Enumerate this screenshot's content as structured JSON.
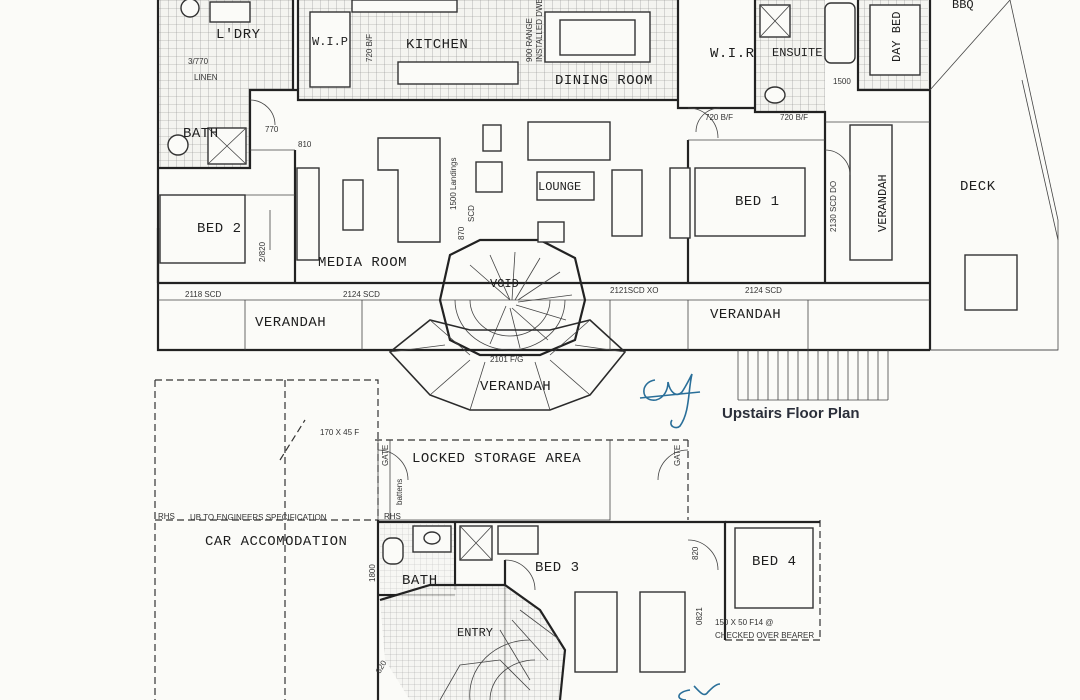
{
  "upstairs": {
    "title": "Upstairs Floor Plan",
    "rooms": {
      "laundry": "L'DRY",
      "wip": "W.I.P",
      "kitchen": "KITCHEN",
      "dining": "DINING ROOM",
      "wir": "W.I.R",
      "ensuite": "ENSUITE",
      "day_bed": "DAY BED",
      "bbq": "BBQ",
      "bath": "BATH",
      "lounge": "LOUNGE",
      "bed1": "BED 1",
      "bed2": "BED 2",
      "media": "MEDIA ROOM",
      "void": "VOID",
      "deck": "DECK",
      "verandah_right": "VERANDAH",
      "verandah_left": "VERANDAH",
      "verandah_mid": "VERANDAH",
      "verandah_bottom": "VERANDAH"
    },
    "dims": {
      "d1": "2118 SCD",
      "d2": "2124 SCD",
      "d3": "2121SCD XO",
      "d4": "2124 SCD",
      "d5": "2101 F/G",
      "d6": "720 B/F",
      "d7": "720 B/F",
      "d8": "2130 SCD DO",
      "d9": "2/820",
      "d10": "870",
      "d11": "810",
      "d12": "770",
      "d13": "3/770",
      "d14": "1500",
      "d15": "1500 Landings",
      "d16": "LINEN",
      "d17": "720 B/F",
      "d18": "900 RANGE",
      "d19": "INSTALLED DWB",
      "d20": "SCD"
    }
  },
  "downstairs": {
    "rooms": {
      "locked_storage": "LOCKED STORAGE AREA",
      "car": "CAR ACCOMODATION",
      "bath": "BATH",
      "bed3": "BED 3",
      "bed4": "BED 4",
      "entry": "ENTRY"
    },
    "notes": {
      "beam": "170 X 45 F",
      "ub": "UB TO ENGINEERS SPECIFICATION",
      "rhs1": "RHS",
      "rhs2": "RHS",
      "gate1": "GATE",
      "gate2": "GATE",
      "battens": "battens",
      "bearer1": "150 X 50 F14 @",
      "bearer2": "CHECKED OVER BEARER",
      "d1": "1800",
      "d2": "820",
      "d3": "0821",
      "d4": "820"
    }
  }
}
